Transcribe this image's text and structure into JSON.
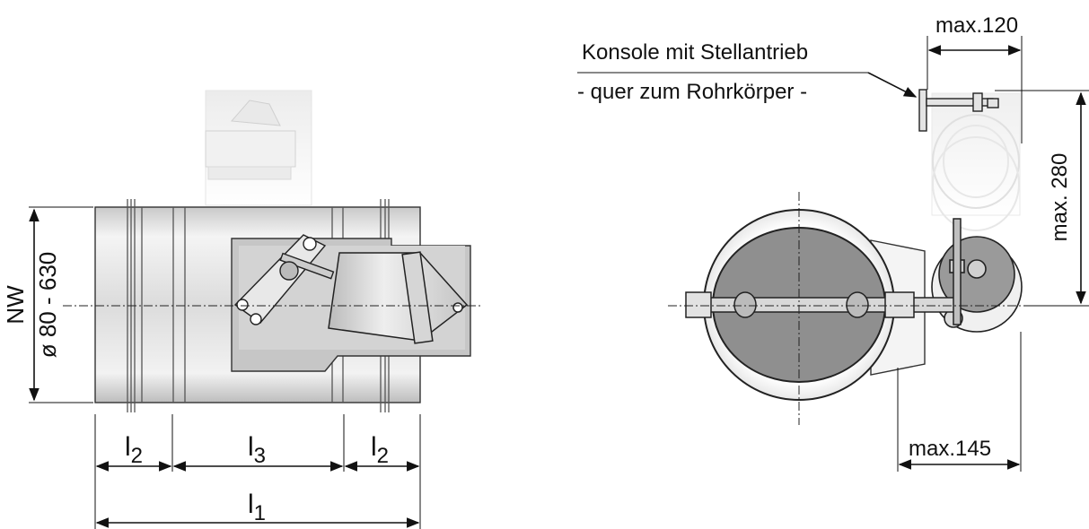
{
  "labels": {
    "nw": "NW",
    "diameter_range": "ø 80 - 630",
    "l1": "l",
    "l1_sub": "1",
    "l2_left": "l",
    "l2_left_sub": "2",
    "l3": "l",
    "l3_sub": "3",
    "l2_right": "l",
    "l2_right_sub": "2",
    "console_line1": "Konsole mit Stellantrieb",
    "console_line2": "- quer zum Rohrkörper -",
    "max120": "max.120",
    "max280": "max. 280",
    "max145": "max.145"
  },
  "colors": {
    "metal_light": "#e6e6e6",
    "metal_mid": "#cfcfcf",
    "metal_dark": "#a8a8a8",
    "disc_gray": "#8a8a8a",
    "line": "#111111"
  }
}
